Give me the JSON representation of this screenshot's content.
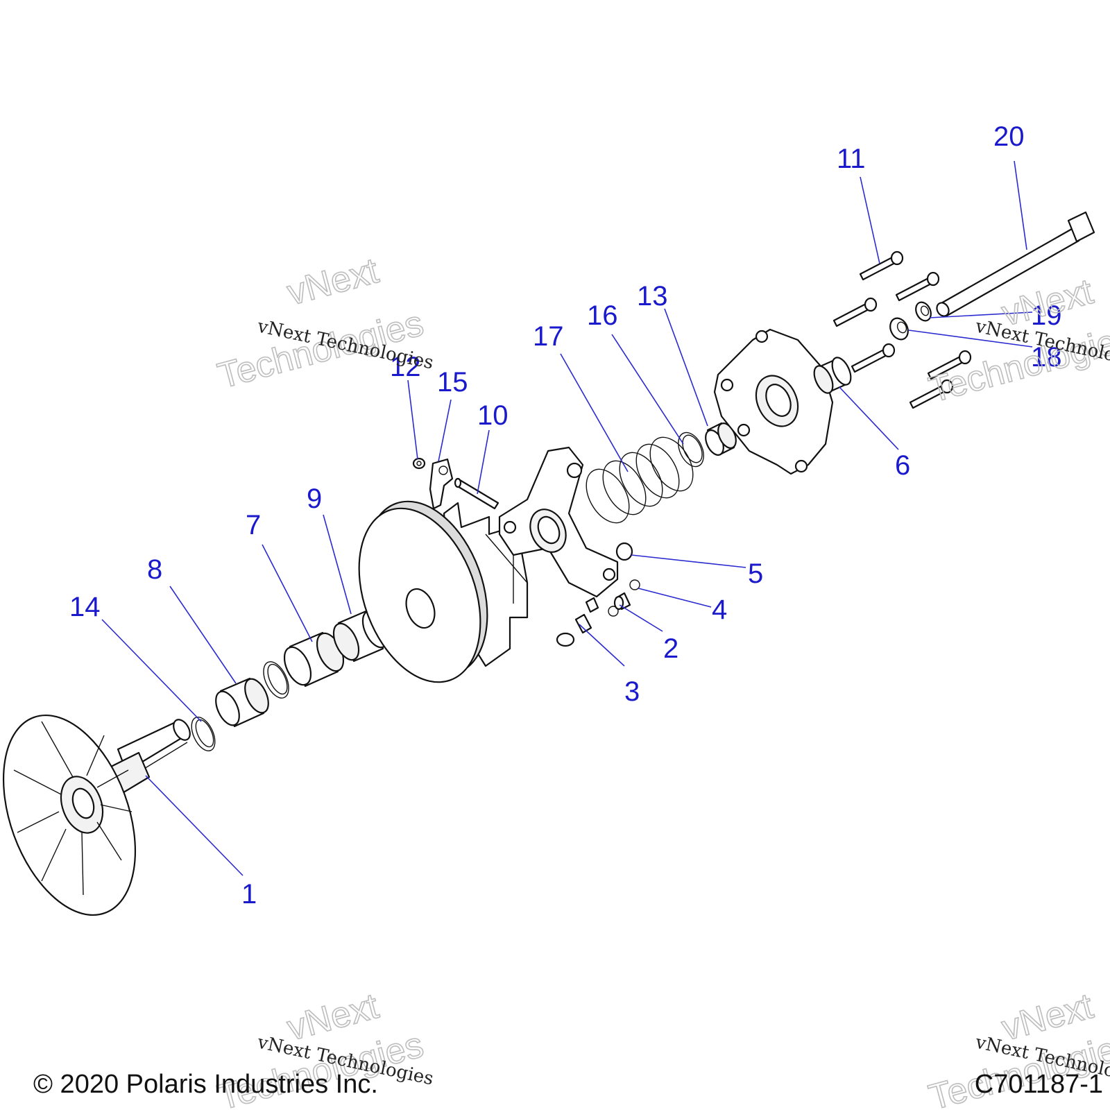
{
  "callouts": [
    {
      "id": "1",
      "label": "1"
    },
    {
      "id": "2",
      "label": "2"
    },
    {
      "id": "3",
      "label": "3"
    },
    {
      "id": "4",
      "label": "4"
    },
    {
      "id": "5",
      "label": "5"
    },
    {
      "id": "6",
      "label": "6"
    },
    {
      "id": "7",
      "label": "7"
    },
    {
      "id": "8",
      "label": "8"
    },
    {
      "id": "9",
      "label": "9"
    },
    {
      "id": "10",
      "label": "10"
    },
    {
      "id": "11",
      "label": "11"
    },
    {
      "id": "12",
      "label": "12"
    },
    {
      "id": "13",
      "label": "13"
    },
    {
      "id": "14",
      "label": "14"
    },
    {
      "id": "15",
      "label": "15"
    },
    {
      "id": "16",
      "label": "16"
    },
    {
      "id": "17",
      "label": "17"
    },
    {
      "id": "18",
      "label": "18"
    },
    {
      "id": "19",
      "label": "19"
    },
    {
      "id": "20",
      "label": "20"
    }
  ],
  "watermark": {
    "line": "vNext Technologies",
    "word1": "vNext",
    "word2": "Technologies"
  },
  "footer": {
    "copyright": "© 2020 Polaris Industries Inc.",
    "code": "C701187-1"
  },
  "colors": {
    "callout": "#1a1acc",
    "line_art": "#111111",
    "background": "#ffffff"
  }
}
